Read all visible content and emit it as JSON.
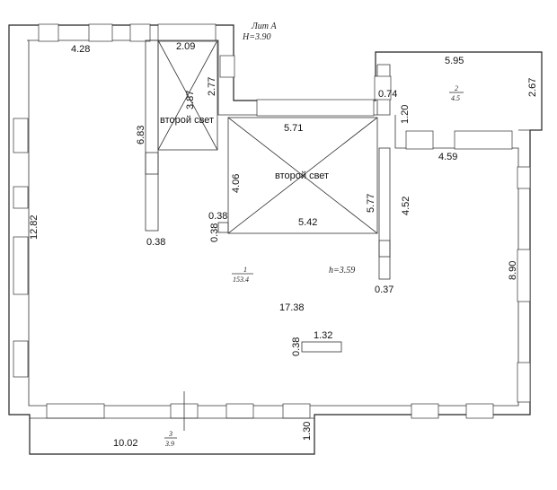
{
  "title": {
    "lit": "Лит А",
    "height": "H=3.90"
  },
  "rooms": {
    "room1": {
      "number": "1",
      "area": "153.4",
      "height": "h=3.59"
    },
    "room2": {
      "number": "2",
      "area": "4.5"
    },
    "room3": {
      "number": "3",
      "area": "3.9"
    }
  },
  "voids": {
    "left_label": "второй свет",
    "center_label": "второй свет"
  },
  "dimensions": {
    "top_left_width": "4.28",
    "void_left_width": "2.09",
    "void_left_height": "3.87",
    "notch_height": "2.77",
    "partition_length": "6.83",
    "partition_thickness": "0.38",
    "left_wall_length": "12.82",
    "center_void_top": "5.71",
    "center_void_left": "4.06",
    "center_void_bottom": "5.42",
    "center_void_right": "5.77",
    "column_width": "0.38",
    "column_height": "0.38",
    "room2_width": "5.95",
    "room2_height": "2.67",
    "room2_offset": "0.74",
    "room2_step": "1.20",
    "right_upper_width": "4.59",
    "right_partition_length": "4.52",
    "right_partition_thickness": "0.37",
    "right_wall_length": "8.90",
    "main_width": "17.38",
    "block_width": "1.32",
    "block_height": "0.38",
    "bottom_width": "10.02",
    "bottom_height": "1.30"
  }
}
